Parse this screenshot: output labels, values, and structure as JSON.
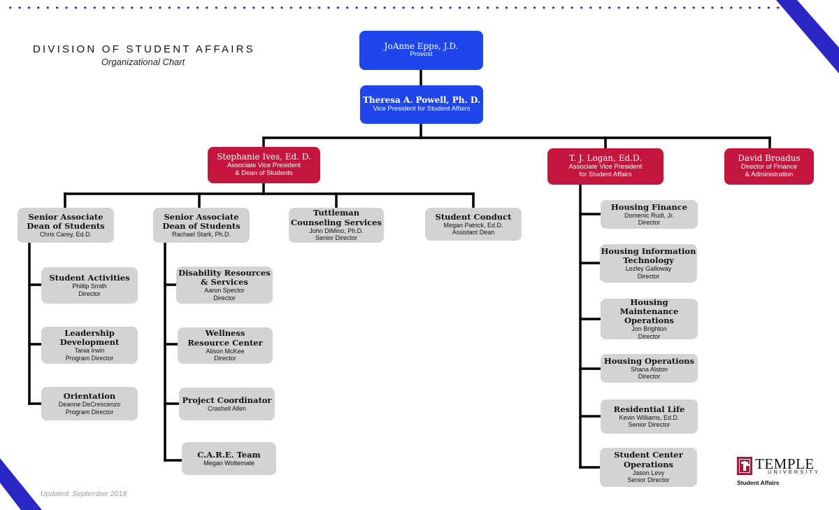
{
  "header": {
    "title": "DIVISION OF STUDENT AFFAIRS",
    "subtitle": "Organizational Chart"
  },
  "footer": {
    "updated": "Updated: September 2018"
  },
  "colors": {
    "blue": "#1e46ea",
    "red": "#c4163d",
    "grey": "#d3d3d3",
    "accent_navy": "#2d2ac9"
  },
  "nodes": {
    "provost": {
      "name": "JoAnne Epps, J.D.",
      "l1": "Provost"
    },
    "vp": {
      "name": "Theresa A. Powell, Ph. D.",
      "l1": "Vice President for Student Affairs"
    },
    "ives": {
      "name": "Stephanie Ives, Ed. D.",
      "l1": "Associate Vice President",
      "l2": "& Dean of Students"
    },
    "logan": {
      "name": "T. J. Logan, Ed.D.",
      "l1": "Associate Vice President",
      "l2": "for Student Affairs"
    },
    "broadus": {
      "name": "David Broadus",
      "l1": "Director of Finance",
      "l2": "& Administration"
    },
    "carey": {
      "t1": "Senior Associate",
      "t2": "Dean of Students",
      "l1": "Chris Carey, Ed.D."
    },
    "stark": {
      "t1": "Senior Associate",
      "t2": "Dean of Students",
      "l1": "Rachael Stark, Ph.D."
    },
    "tuttleman": {
      "t1": "Tuttleman",
      "t2": "Counseling Services",
      "l1": "John DiMino, Ph.D.",
      "l2": "Senior Director"
    },
    "conduct": {
      "t1": "Student Conduct",
      "l1": "Megan Patrick, Ed.D.",
      "l2": "Assistant Dean"
    },
    "activities": {
      "t1": "Student Activities",
      "l1": "Phillip Smith",
      "l2": "Director"
    },
    "leadership": {
      "t1": "Leadership",
      "t2": "Development",
      "l1": "Tania Irwin",
      "l2": "Program Director"
    },
    "orientation": {
      "t1": "Orientation",
      "l1": "Deanne DeCrescenzo",
      "l2": "Program Director"
    },
    "disability": {
      "t1": "Disability Resources",
      "t2": "& Services",
      "l1": "Aaron Spector",
      "l2": "Director"
    },
    "wellness": {
      "t1": "Wellness",
      "t2": "Resource Center",
      "l1": "Alison McKee",
      "l2": "Director"
    },
    "project": {
      "t1": "Project Coordinator",
      "l1": "Crashell Allen"
    },
    "care": {
      "t1": "C.A.R.E. Team",
      "l1": "Megan Woltemate"
    },
    "hfinance": {
      "t1": "Housing Finance",
      "l1": "Domenic Rudi, Jr.",
      "l2": "Director"
    },
    "hit": {
      "t1": "Housing Information",
      "t2": "Technology",
      "l1": "Lezley Galloway",
      "l2": "Director"
    },
    "hmaint": {
      "t1": "Housing Maintenance",
      "t2": "Operations",
      "l1": "Jon Brighton",
      "l2": "Director"
    },
    "hops": {
      "t1": "Housing Operations",
      "l1": "Shana Alston",
      "l2": "Director"
    },
    "reslife": {
      "t1": "Residential Life",
      "l1": "Kevin Williams, Ed.D.",
      "l2": "Senior Director"
    },
    "scops": {
      "t1": "Student Center",
      "t2": "Operations",
      "l1": "Jason Levy",
      "l2": "Senior Director"
    }
  },
  "logo": {
    "wordmark": "TEMPLE",
    "university": "UNIVERSITY",
    "unit": "Student Affairs"
  }
}
